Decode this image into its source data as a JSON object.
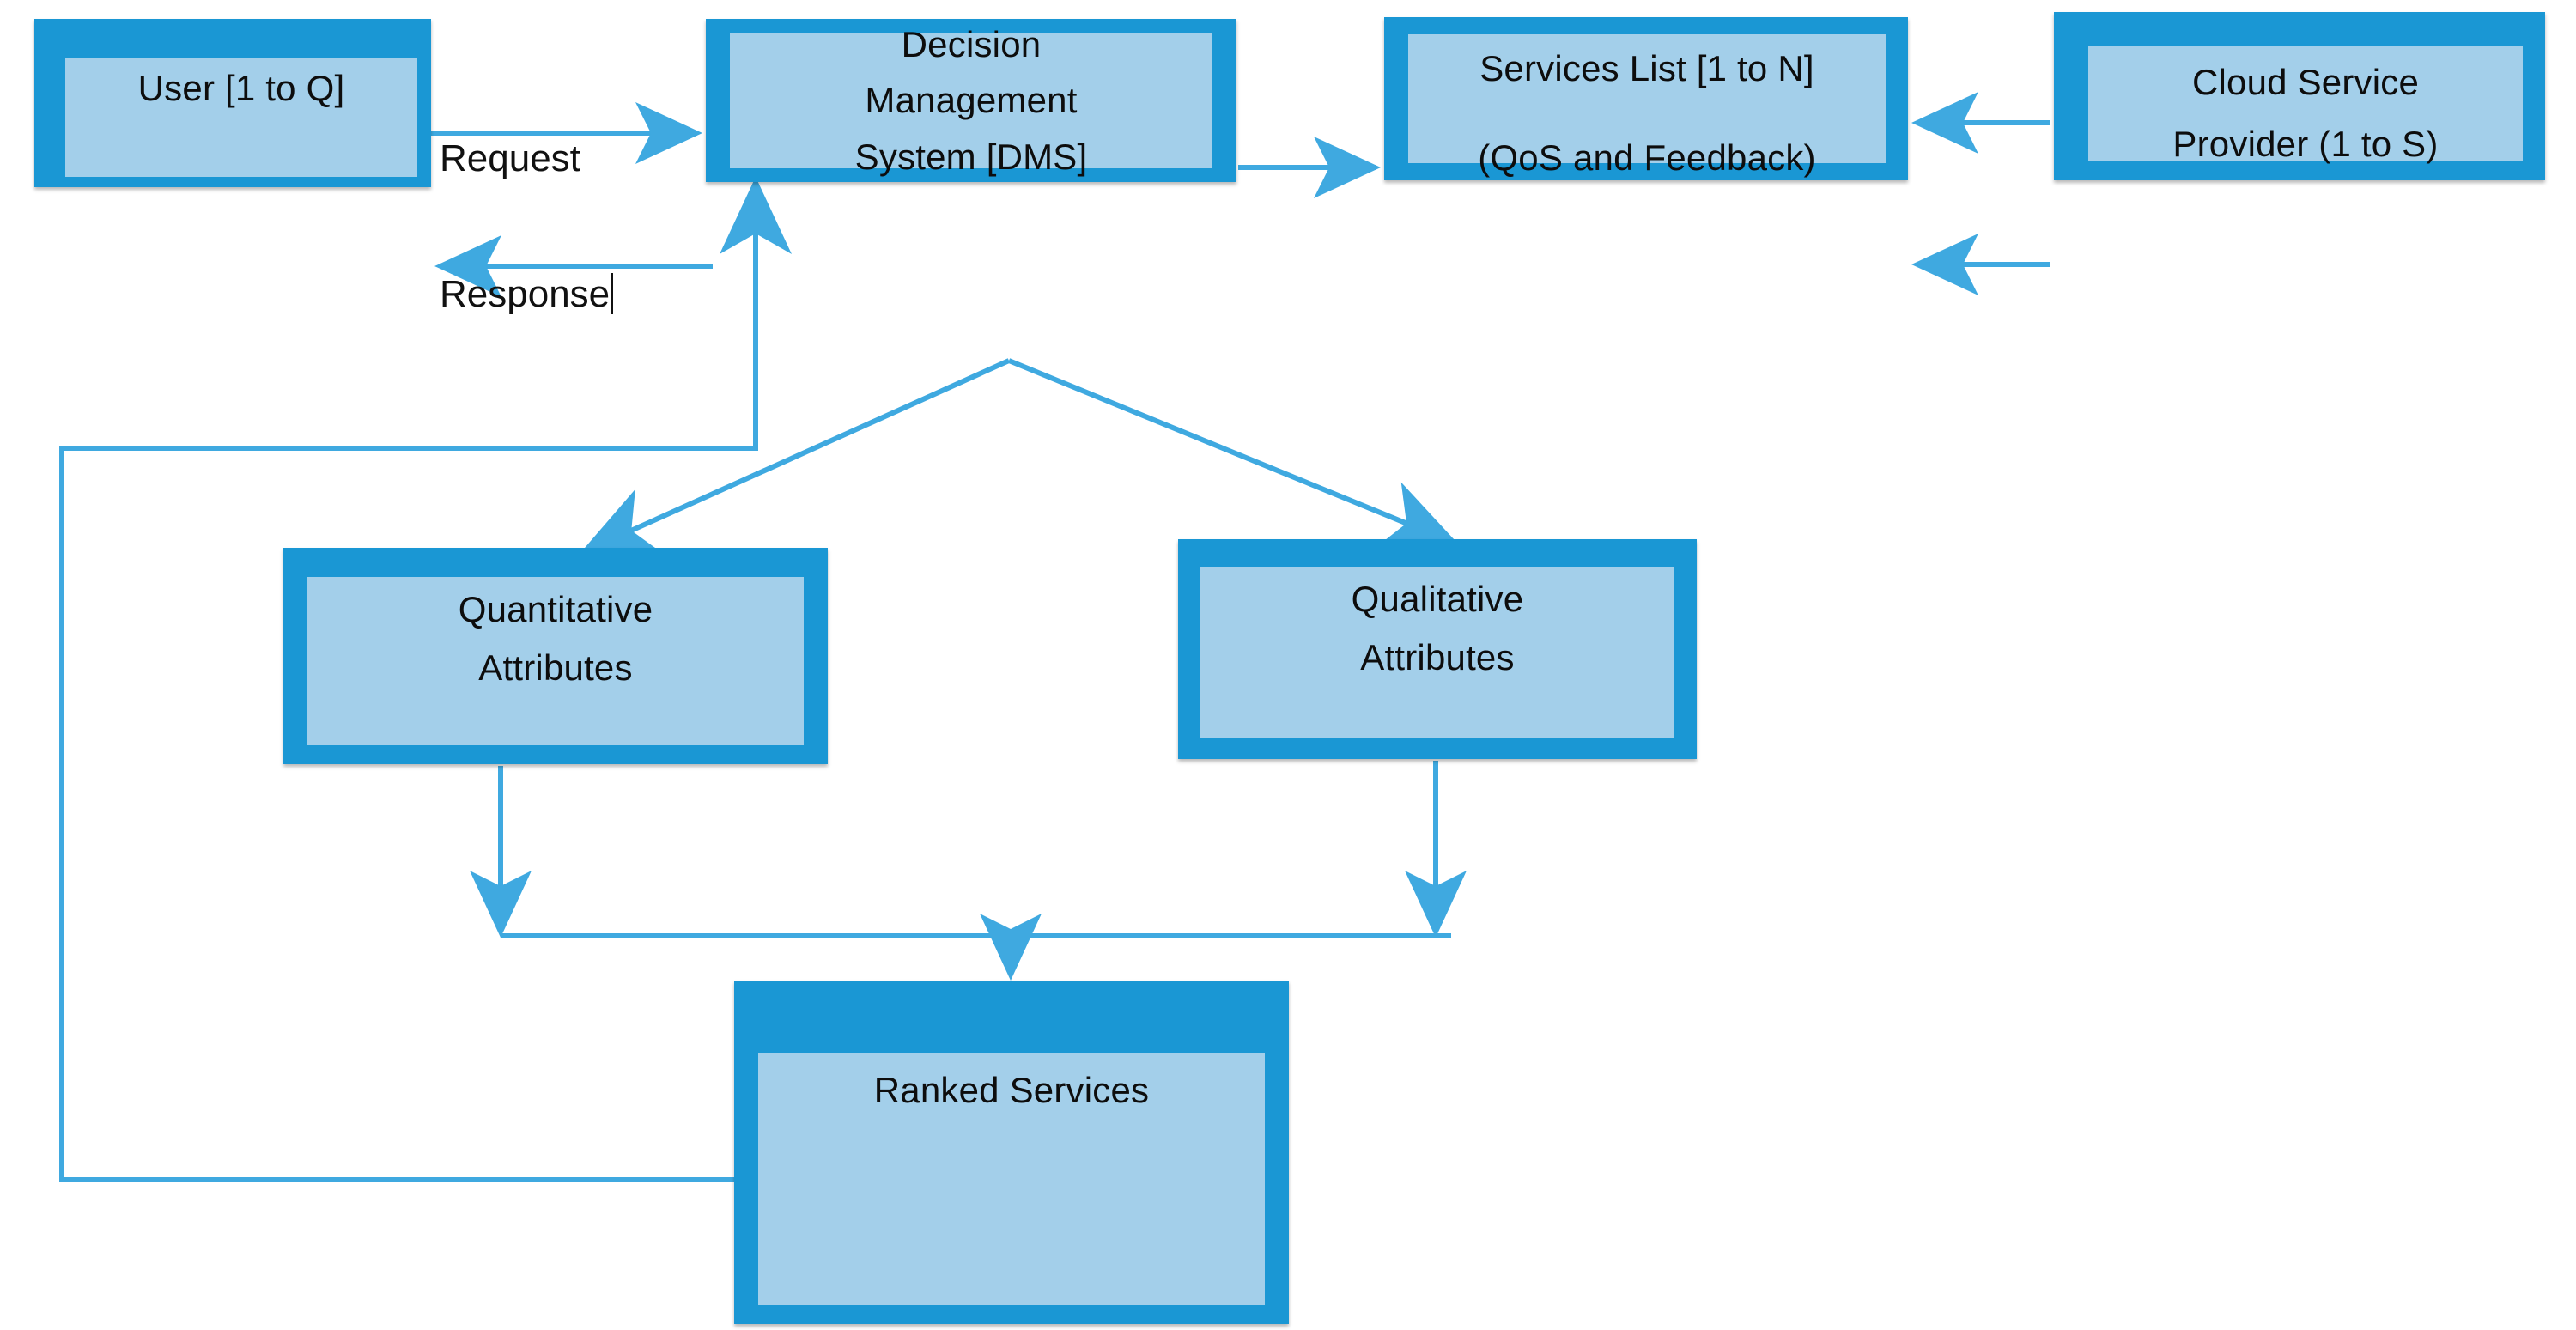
{
  "diagram": {
    "title": "Cloud Service Selection Decision Management System Architecture",
    "palette": {
      "node_frame": "#1A97D4",
      "node_fill": "#A3CFEA",
      "edge": "#3FA9E0",
      "text": "#0d0d0d",
      "background": "#FFFFFF"
    },
    "nodes": [
      {
        "id": "user",
        "label_line1": "User [1 to Q]",
        "label_line2": ""
      },
      {
        "id": "dms",
        "label_line1": "Decision",
        "label_line2": "Management",
        "label_line3": "System [DMS]"
      },
      {
        "id": "services",
        "label_line1": "Services List [1 to N]",
        "label_line2": "(QoS and Feedback)"
      },
      {
        "id": "provider",
        "label_line1": "Cloud Service",
        "label_line2": "Provider (1 to S)"
      },
      {
        "id": "quant",
        "label_line1": "Quantitative",
        "label_line2": "Attributes"
      },
      {
        "id": "qual",
        "label_line1": "Qualitative",
        "label_line2": "Attributes"
      },
      {
        "id": "ranked",
        "label_line1": "Ranked Services",
        "label_line2": ""
      }
    ],
    "edges": [
      {
        "id": "user-to-dms",
        "from": "user",
        "to": "dms",
        "label": "Request"
      },
      {
        "id": "dms-to-user",
        "from": "dms",
        "to": "user",
        "label": "Response"
      },
      {
        "id": "dms-to-services",
        "from": "dms",
        "to": "services",
        "label": ""
      },
      {
        "id": "provider-to-services-top",
        "from": "provider",
        "to": "services",
        "label": ""
      },
      {
        "id": "provider-to-services-bottom",
        "from": "provider",
        "to": "services",
        "label": ""
      },
      {
        "id": "dms-to-quant",
        "from": "dms",
        "to": "quant",
        "label": ""
      },
      {
        "id": "dms-to-qual",
        "from": "dms",
        "to": "qual",
        "label": ""
      },
      {
        "id": "quant-to-ranked",
        "from": "quant",
        "to": "ranked",
        "label": ""
      },
      {
        "id": "qual-to-ranked",
        "from": "qual",
        "to": "ranked",
        "label": ""
      },
      {
        "id": "ranked-feedback-to-dms",
        "from": "ranked",
        "to": "dms",
        "label": ""
      }
    ]
  }
}
